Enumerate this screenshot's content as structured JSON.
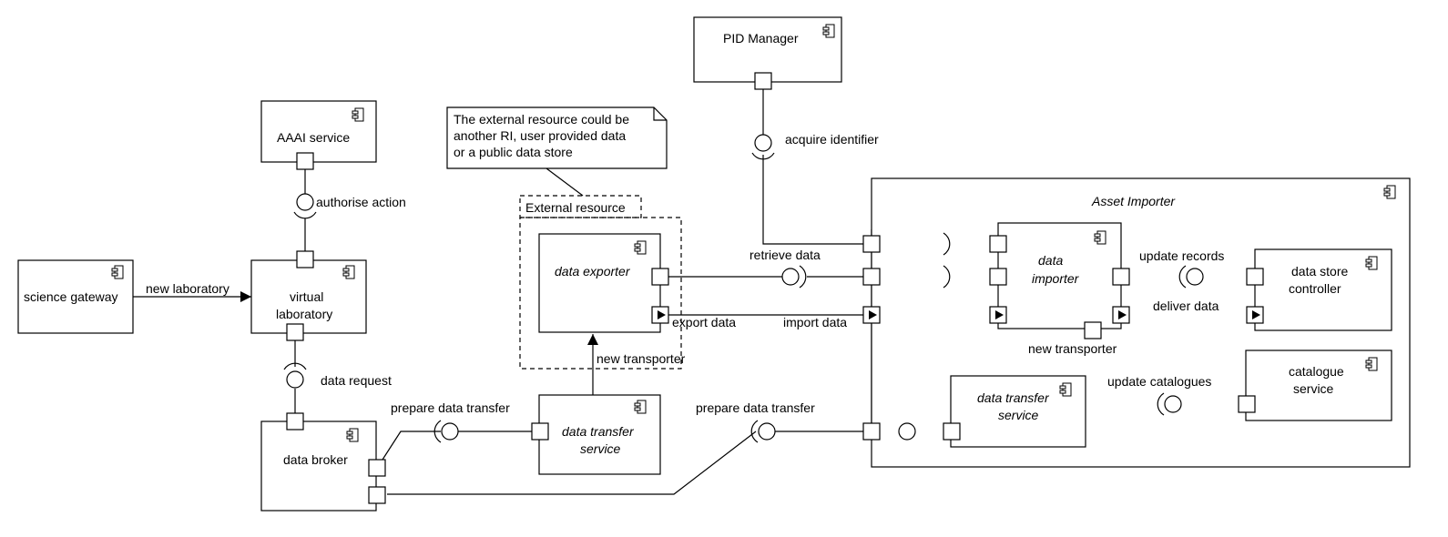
{
  "components": {
    "pid_manager": "PID Manager",
    "aaai_service": "AAAI service",
    "science_gateway": "science gateway",
    "virtual_laboratory": [
      "virtual",
      "laboratory"
    ],
    "data_broker": "data broker",
    "data_exporter": "data exporter",
    "data_transfer_service_left": [
      "data transfer",
      "service"
    ],
    "asset_importer": "Asset Importer",
    "data_importer": [
      "data",
      "importer"
    ],
    "data_store_controller": [
      "data store",
      "controller"
    ],
    "catalogue_service": [
      "catalogue",
      "service"
    ],
    "data_transfer_service_right": [
      "data transfer",
      "service"
    ]
  },
  "note": [
    "The external resource could be",
    "another RI, user provided data",
    "or a public data store"
  ],
  "external_resource": "External resource",
  "labels": {
    "acquire_identifier": "acquire identifier",
    "authorise_action": "authorise action",
    "new_laboratory": "new laboratory",
    "data_request": "data request",
    "prepare_data_transfer_left": "prepare data transfer",
    "prepare_data_transfer_right": "prepare data transfer",
    "retrieve_data": "retrieve data",
    "export_data": "export data",
    "import_data": "import data",
    "new_transporter_left": "new transporter",
    "new_transporter_right": "new transporter",
    "update_records": "update records",
    "deliver_data": "deliver data",
    "update_catalogues": "update catalogues"
  }
}
